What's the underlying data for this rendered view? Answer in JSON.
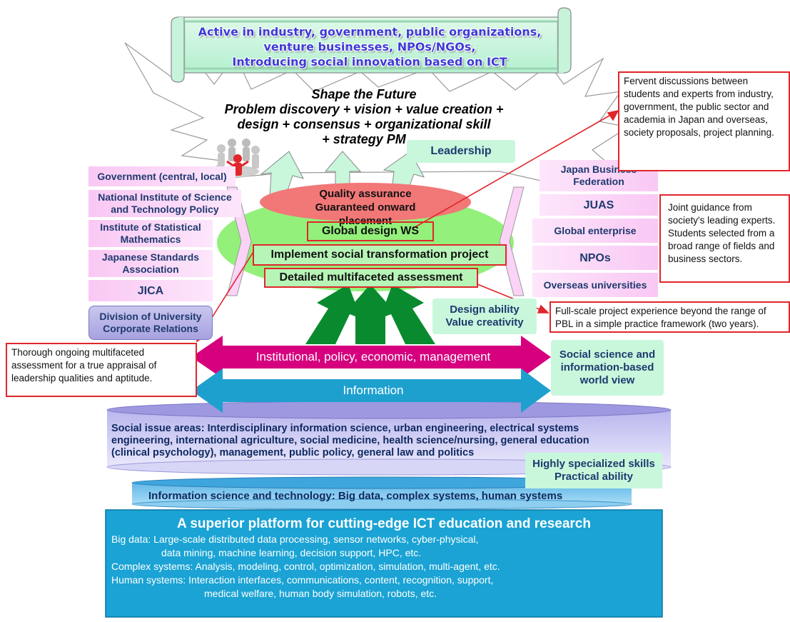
{
  "banner": {
    "line1": "Active in industry, government, public organizations,",
    "line2": "venture businesses, NPOs/NGOs,",
    "line3": "Introducing social innovation based on ICT"
  },
  "future": {
    "line1": "Shape the Future",
    "line2": "Problem discovery + vision + value creation +",
    "line3": "design + consensus + organizational skill",
    "line4": "+ strategy PM"
  },
  "leadership": "Leadership",
  "quality": {
    "line1": "Quality assurance",
    "line2": "Guaranteed onward placement"
  },
  "center": {
    "global_ws": "Global design WS",
    "implement": "Implement social transformation project",
    "assessment": "Detailed multifaceted assessment"
  },
  "left_partners": {
    "gov": "Government (central, local)",
    "nistep": "National Institute of Science and Technology Policy",
    "ism": "Institute of Statistical Mathematics",
    "jsa": "Japanese Standards Association",
    "jica": "JICA",
    "division": "Division of University Corporate Relations"
  },
  "right_partners": {
    "jbf": "Japan Business Federation",
    "juas": "JUAS",
    "global": "Global enterprise",
    "npos": "NPOs",
    "overseas": "Overseas universities"
  },
  "notes": {
    "fervent": "Fervent discussions between students and experts from industry, government, the public sector and academia in Japan and overseas, society proposals, project planning.",
    "joint": "Joint guidance from society's leading experts. Students selected from a broad range of fields and business sectors.",
    "fullscale": "Full-scale project experience beyond the range of PBL in a simple practice framework (two years).",
    "thorough": "Thorough ongoing multifaceted assessment for a true appraisal of leadership qualities and aptitude."
  },
  "design_ability": {
    "line1": "Design ability",
    "line2": "Value creativity"
  },
  "arrows": {
    "institutional": "Institutional, policy, economic, management",
    "information": "Information"
  },
  "worldview": "Social science and information-based world view",
  "social_issue": {
    "line1": "Social issue areas: Interdisciplinary information science, urban engineering, electrical systems",
    "line2": "engineering, international agriculture, social medicine, health science/nursing, general education",
    "line3": "(clinical psychology), management, public policy, general law and politics"
  },
  "skills": {
    "line1": "Highly specialized skills",
    "line2": "Practical ability"
  },
  "info_science": "Information science and technology: Big data, complex systems, human systems",
  "platform": {
    "title": "A superior platform for cutting-edge ICT education and research",
    "l1": "Big data: Large-scale distributed data processing, sensor networks, cyber-physical,",
    "l2": "data mining, machine learning, decision support, HPC, etc.",
    "l3": "Complex systems: Analysis, modeling, control, optimization, simulation, multi-agent, etc.",
    "l4": "Human systems: Interaction interfaces, communications, content, recognition, support,",
    "l5": "medical welfare, human body simulation, robots, etc."
  },
  "colors": {
    "red": "#e0262b",
    "magenta": "#d6007f",
    "cyan": "#1ea0cf",
    "green": "#0a8a2e",
    "platform": "#1aa3d4"
  }
}
